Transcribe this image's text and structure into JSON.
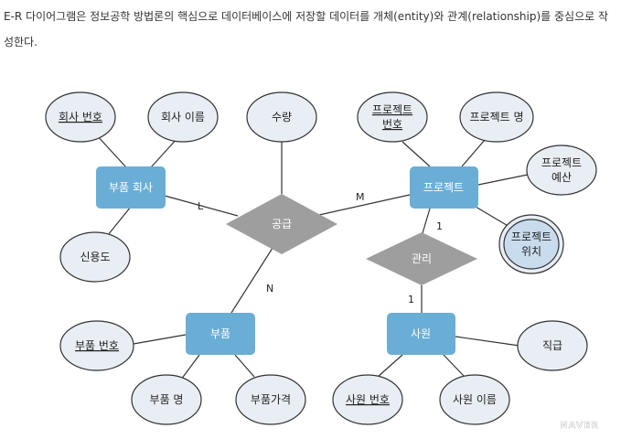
{
  "intro_text": "E-R 다이어그램은 정보공학 방법론의 핵심으로 데이터베이스에 저장할 데이터를 개체(entity)와 관계(relationship)를 중심으로 작성한다.",
  "watermark": "NAVER",
  "colors": {
    "entity_fill": "#6aaed6",
    "relationship_fill": "#9e9e9e",
    "attribute_fill": "#e8eef4",
    "multivalued_fill": "#c9dcee",
    "line": "#333333",
    "text": "#222222"
  },
  "entities": {
    "parts_company": "부품 회사",
    "project": "프로젝트",
    "part": "부품",
    "employee": "사원"
  },
  "relationships": {
    "supply": "공급",
    "manage": "관리"
  },
  "attributes": {
    "company_no": "회사 번호",
    "company_name": "회사 이름",
    "credit": "신용도",
    "quantity": "수량",
    "project_no_line1": "프로젝트",
    "project_no_line2": "번호",
    "project_name": "프로젝트 명",
    "project_budget_line1": "프로젝트",
    "project_budget_line2": "예산",
    "project_location_line1": "프로젝트",
    "project_location_line2": "위치",
    "part_no": "부품 번호",
    "part_name": "부품 명",
    "part_price": "부품가격",
    "employee_no": "사원 번호",
    "employee_name": "사원 이름",
    "position": "직급"
  },
  "cardinalities": {
    "company_supply": "L",
    "project_supply": "M",
    "part_supply": "N",
    "project_manage": "1",
    "employee_manage": "1"
  }
}
